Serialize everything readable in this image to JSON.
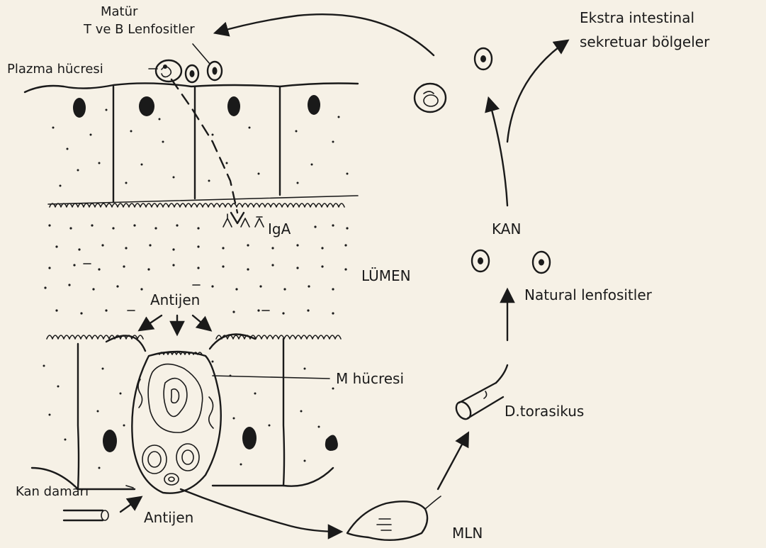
{
  "labels": {
    "matur_line1": "Matür",
    "matur_line2": "T ve B Lenfositler",
    "plazma": "Plazma hücresi",
    "ekstra_line1": "Ekstra intestinal",
    "ekstra_line2": "sekretuar bölgeler",
    "iga": "IgA",
    "kan": "KAN",
    "lumen": "LÜMEN",
    "antijen_top": "Antijen",
    "natural": "Natural lenfositler",
    "m_hucresi": "M hücresi",
    "d_torasikus": "D.torasikus",
    "kan_damari": "Kan damarı",
    "antijen_bottom": "Antijen",
    "mln": "MLN"
  }
}
